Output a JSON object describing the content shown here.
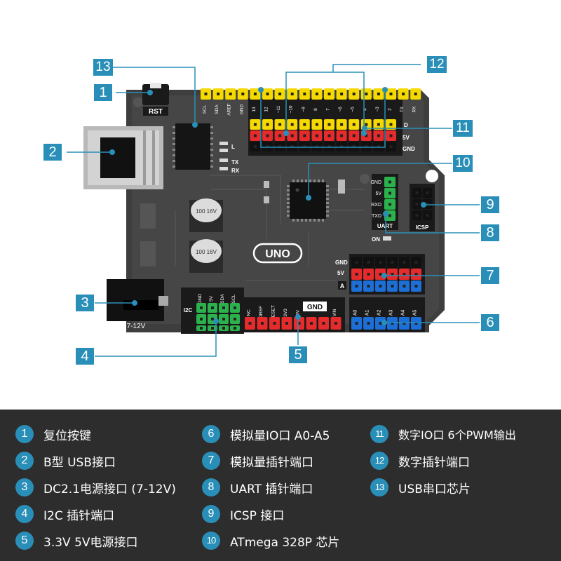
{
  "colors": {
    "callout_bg": "#2a8fb8",
    "legend_bg": "#2d2d2d",
    "board_base": "#3e3e3e",
    "board_face": "#444444",
    "header_yellow": "#f5d900",
    "header_red": "#e52b2b",
    "header_blue": "#1d6fd8",
    "header_green": "#2bb24c"
  },
  "board": {
    "rst_label": "RST",
    "uno_label": "UNO",
    "power_label": "7-12V",
    "i2c_label": "I2C",
    "gnd_label": "GND",
    "uart_label": "UART",
    "icsp_label": "ICSP",
    "on_label": "ON",
    "tx_label": "TX",
    "rx_label": "RX",
    "l_label": "L",
    "cap_label": "100 16V",
    "side_d": "D",
    "side_5v": "5V",
    "side_gnd": "GND",
    "side_a": "A",
    "analog_gnd": "GND",
    "analog_5v": "5V",
    "uart_pins": [
      "GND",
      "5V",
      "RXD",
      "TXD"
    ],
    "i2c_pins": [
      "GND",
      "5V",
      "SDA",
      "SCL"
    ],
    "power_pins": [
      "NC",
      "IOREF",
      "RESET",
      "3V3",
      "5V",
      "GND",
      "GND",
      "VIN"
    ],
    "analog_pins": [
      "A0",
      "A1",
      "A2",
      "A3",
      "A4",
      "A5"
    ],
    "top_pins": [
      "SCL",
      "SDA",
      "AREF",
      "GND",
      "13",
      "12",
      "~11",
      "~10",
      "~9",
      "8",
      "7",
      "~6",
      "~5",
      "4",
      "~3",
      "2",
      "TX",
      "RX"
    ]
  },
  "callouts": [
    "1",
    "2",
    "3",
    "4",
    "5",
    "6",
    "7",
    "8",
    "9",
    "10",
    "11",
    "12",
    "13"
  ],
  "legend": [
    {
      "num": "1",
      "text": "复位按键"
    },
    {
      "num": "2",
      "text": "B型 USB接口"
    },
    {
      "num": "3",
      "text": "DC2.1电源接口 (7-12V)"
    },
    {
      "num": "4",
      "text": "I2C 插针端口"
    },
    {
      "num": "5",
      "text": "3.3V 5V电源接口"
    },
    {
      "num": "6",
      "text": "模拟量IO口 A0-A5"
    },
    {
      "num": "7",
      "text": "模拟量插针端口"
    },
    {
      "num": "8",
      "text": "UART 插针端口"
    },
    {
      "num": "9",
      "text": "ICSP 接口"
    },
    {
      "num": "10",
      "text": "ATmega 328P 芯片"
    },
    {
      "num": "11",
      "text": "数字IO口 6个PWM输出"
    },
    {
      "num": "12",
      "text": "数字插针端口"
    },
    {
      "num": "13",
      "text": "USB串口芯片"
    }
  ]
}
